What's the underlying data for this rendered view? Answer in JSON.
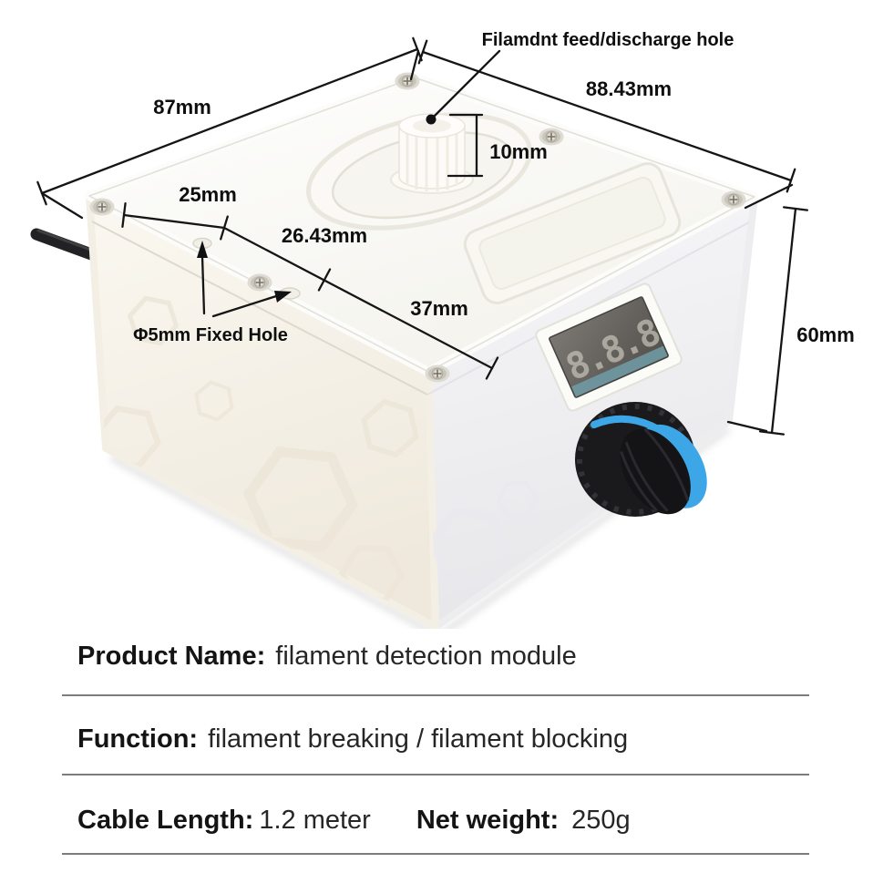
{
  "diagram": {
    "annotations": {
      "feed_hole": "Filamdnt feed/discharge hole",
      "dim_87": "87mm",
      "dim_8843": "88.43mm",
      "dim_10": "10mm",
      "dim_25": "25mm",
      "dim_2643": "26.43mm",
      "dim_37": "37mm",
      "dim_60": "60mm",
      "fixed_hole": "Φ5mm Fixed Hole"
    },
    "display_digits": "8.8.8",
    "colors": {
      "knob_blue": "#3da6e6",
      "display_window_gray": "#6e6b66",
      "display_strip_teal": "#6f99a3",
      "annotation_black": "#141414",
      "divider_gray": "#7c7c7c"
    }
  },
  "specs": {
    "rows": [
      {
        "label": "Product Name:",
        "value": "filament detection module"
      },
      {
        "label": "Function:",
        "value": "filament breaking / filament blocking"
      },
      {
        "label": "Cable Length:",
        "value": "1.2 meter",
        "label2": "Net weight:",
        "value2": "250g"
      }
    ]
  }
}
